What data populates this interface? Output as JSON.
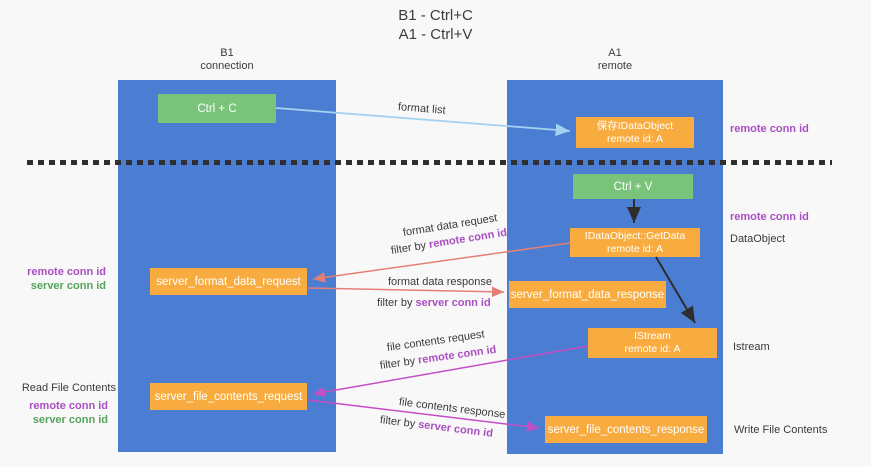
{
  "title": {
    "line1": "B1 - Ctrl+C",
    "line2": "A1 - Ctrl+V"
  },
  "lanes": {
    "b1": {
      "name": "B1",
      "subtitle": "connection"
    },
    "a1": {
      "name": "A1",
      "subtitle": "remote"
    }
  },
  "nodes": {
    "ctrl_c": {
      "label": "Ctrl + C"
    },
    "save_dataobject": {
      "line1": "保存IDataObject",
      "line2": "remote id: A"
    },
    "ctrl_v": {
      "label": "Ctrl + V"
    },
    "getdata": {
      "line1": "IDataObject::GetData",
      "line2": "remote id: A"
    },
    "format_request": {
      "label": "server_format_data_request"
    },
    "format_response": {
      "label": "server_format_data_response"
    },
    "istream": {
      "line1": "IStream",
      "line2": "remote id: A"
    },
    "file_request": {
      "label": "server_file_contents_request"
    },
    "file_response": {
      "label": "server_file_contents_response"
    }
  },
  "labels": {
    "format_list": "format list",
    "format_data_request": "format data request",
    "format_data_response": "format data response",
    "file_contents_request": "file contents request",
    "file_contents_response": "file contents response",
    "filter_by": "filter by ",
    "remote_conn_id": "remote conn id",
    "server_conn_id": "server conn id",
    "dataobject": "DataObject",
    "istream": "Istream",
    "read_file_contents": "Read File Contents",
    "write_file_contents": "Write File Contents"
  },
  "colors": {
    "lane": "#4b7ed3",
    "node_orange": "#f8ac40",
    "node_green": "#79c47a",
    "arrow_blue": "#a5d2f0",
    "arrow_salmon": "#e57f76",
    "arrow_magenta": "#c44ec4",
    "arrow_black": "#2d2d2d",
    "text_purple": "#a94fc1",
    "text_green": "#55a45e"
  }
}
